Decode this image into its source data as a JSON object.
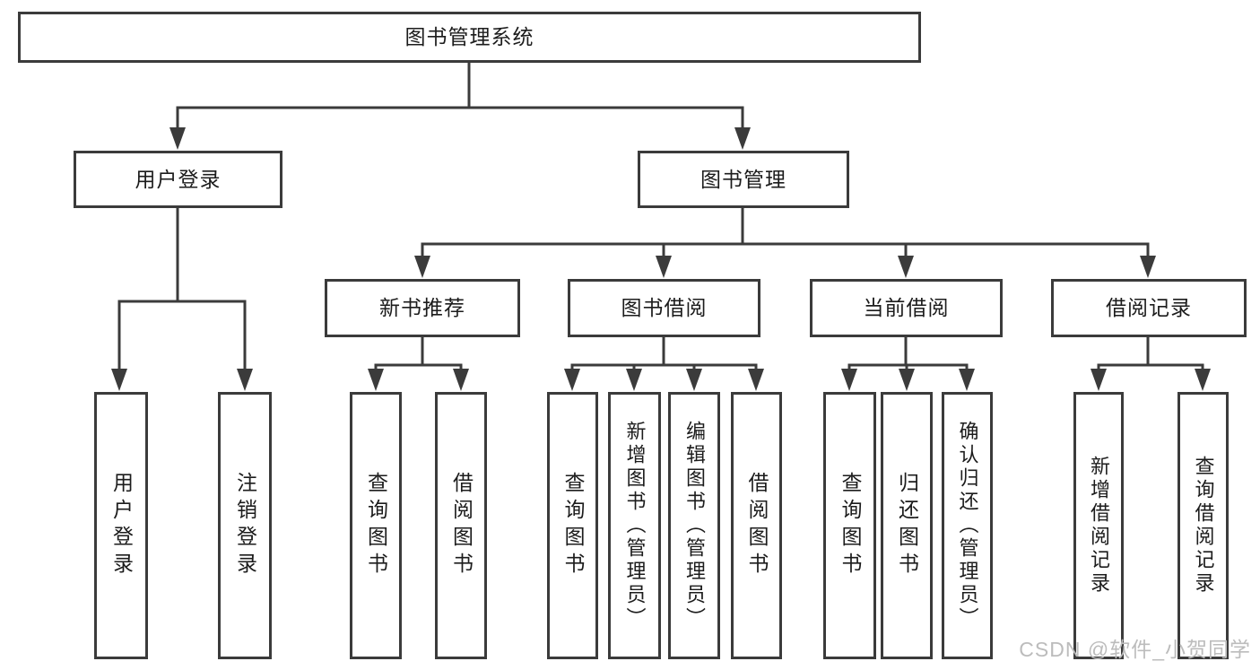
{
  "tree": {
    "root": "图书管理系统",
    "user_login": {
      "label": "用户登录",
      "children": [
        "用户登录",
        "注销登录"
      ]
    },
    "book_mgmt": {
      "label": "图书管理",
      "sections": [
        {
          "label": "新书推荐",
          "children": [
            "查询图书",
            "借阅图书"
          ]
        },
        {
          "label": "图书借阅",
          "children": [
            "查询图书",
            "新增图书（管理员）",
            "编辑图书（管理员）",
            "借阅图书"
          ]
        },
        {
          "label": "当前借阅",
          "children": [
            "查询图书",
            "归还图书",
            "确认归还（管理员）"
          ]
        },
        {
          "label": "借阅记录",
          "children": [
            "新增借阅记录",
            "查询借阅记录"
          ]
        }
      ]
    }
  },
  "watermark": "CSDN @软件_小贺同学",
  "colors": {
    "line": "#3b3b3b",
    "text": "#1c1c1c",
    "watermark": "#bcbcbc",
    "background": "#ffffff"
  }
}
